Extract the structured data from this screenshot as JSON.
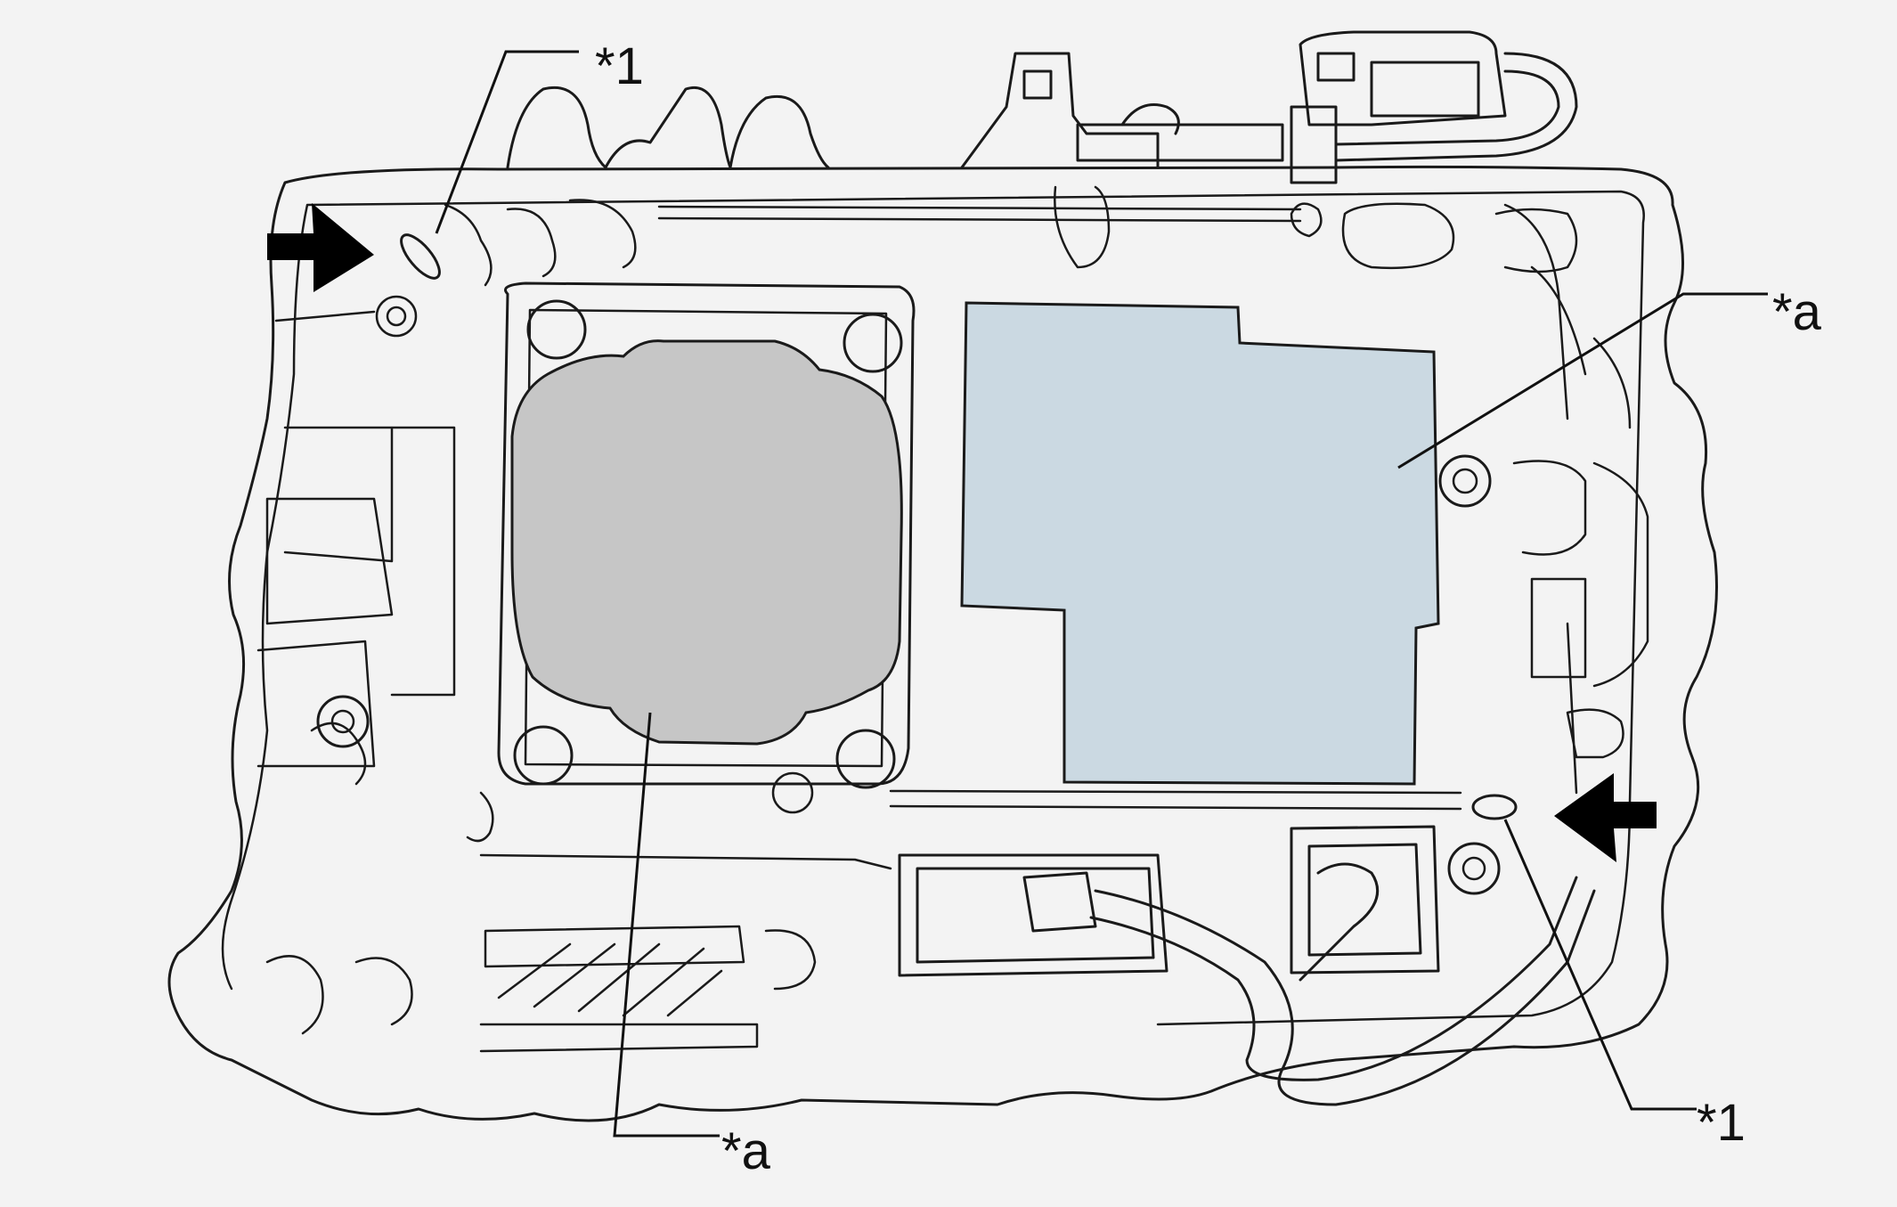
{
  "callouts": {
    "star1_top": "*1",
    "star1_bottom": "*1",
    "stara_right": "*a",
    "stara_bottom": "*a"
  },
  "colors": {
    "line": "#1a1a1a",
    "background": "#f3f3f3",
    "left_area_fill": "#c6c6c6",
    "right_area_fill": "#cbd9e2",
    "arrow": "#000000"
  },
  "icons": [
    "arrow-right-icon",
    "arrow-left-icon"
  ]
}
